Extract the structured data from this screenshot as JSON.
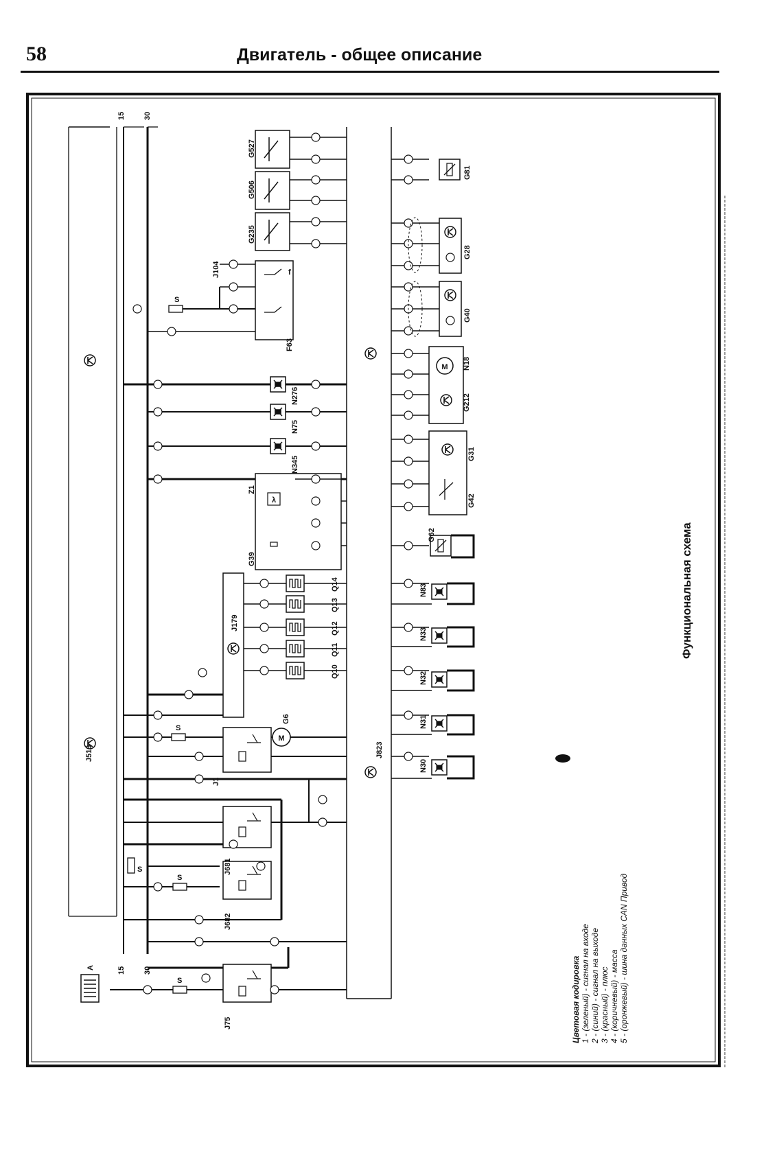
{
  "header": {
    "page_number": "58",
    "title": "Двигатель - общее описание"
  },
  "diagram": {
    "caption": "Функциональная схема",
    "rail_labels": {
      "r15_top": "15",
      "r30_top": "30",
      "r15_bottom": "15",
      "r30_bottom": "30"
    },
    "battery": "A",
    "fuse": "S",
    "controller_k": "K",
    "components": {
      "J75": "J75",
      "J682": "J682",
      "J681": "J681",
      "J519": "J519",
      "J1": "J1",
      "J823": "J823",
      "G6": "G6",
      "J179": "J179",
      "Q10": "Q10",
      "Q11": "Q11",
      "Q12": "Q12",
      "Q13": "Q13",
      "Q14": "Q14",
      "G39": "G39",
      "Z1": "Z1",
      "N345": "N345",
      "N75": "N75",
      "N276": "N276",
      "F63": "F63",
      "J104": "J104",
      "G235": "G235",
      "G506": "G506",
      "G527": "G527",
      "N30": "N30",
      "N31": "N31",
      "N32": "N32",
      "N33": "N33",
      "N83": "N83",
      "G62": "G62",
      "G42": "G42",
      "G31": "G31",
      "G212": "G212",
      "N18": "N18",
      "G40": "G40",
      "G28": "G28",
      "G81": "G81",
      "f": "f"
    },
    "legend": {
      "title": "Цветовая кодировка",
      "items": [
        "1 -  (зеленый) - сигнал на входе",
        "2 -  (синий) - сигнал на выходе",
        "3 -  (красный) - плюс",
        "4 -  (коричневый) - масса",
        "5 -  (оронжевый) - шина данных CAN Привод"
      ]
    }
  }
}
